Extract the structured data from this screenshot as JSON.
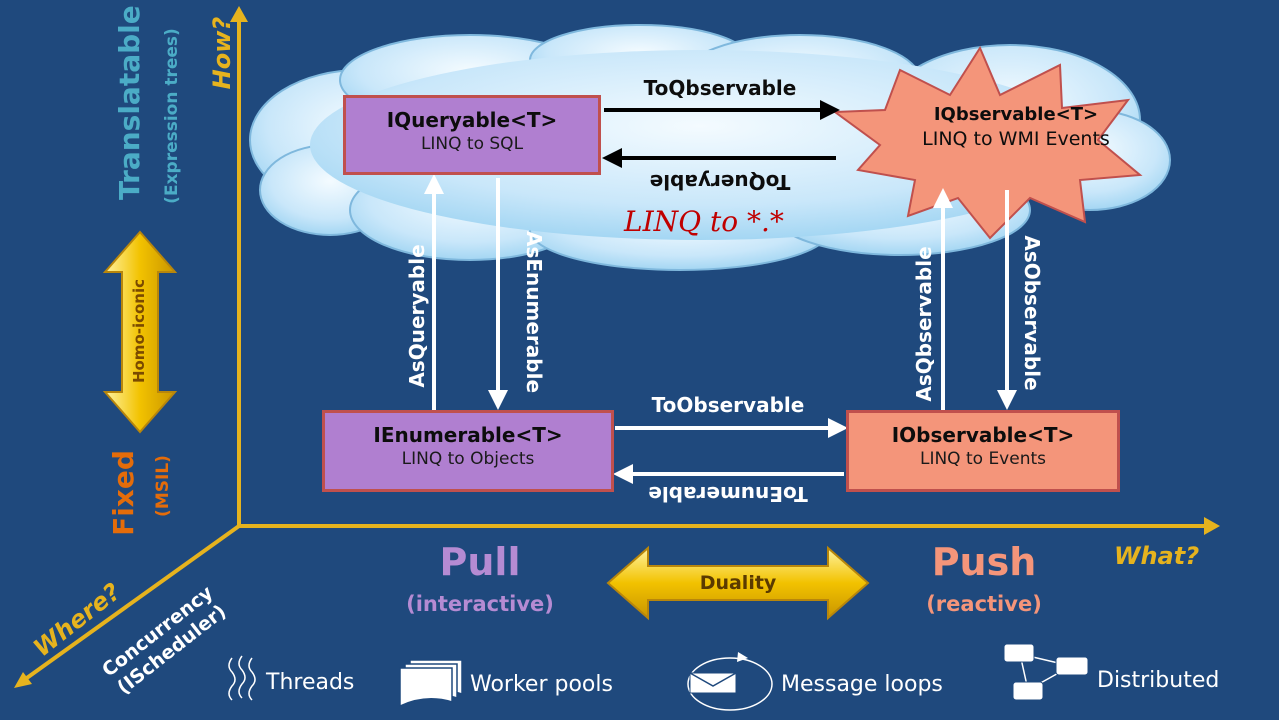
{
  "axes": {
    "how": "How?",
    "what": "What?",
    "where": "Where?"
  },
  "vertical_scale": {
    "top_label": "Translatable",
    "top_sub": "(Expression trees)",
    "bottom_label": "Fixed",
    "bottom_sub": "(MSIL)",
    "arrow_label": "Homo-iconic"
  },
  "horizontal_scale": {
    "left_label": "Pull",
    "left_sub": "(interactive)",
    "right_label": "Push",
    "right_sub": "(reactive)",
    "arrow_label": "Duality"
  },
  "diagonal_axis": {
    "label_line1": "Concurrency",
    "label_line2": "(IScheduler)"
  },
  "cloud": {
    "label": "LINQ to *.*"
  },
  "nodes": {
    "iqueryable": {
      "title": "IQueryable<T>",
      "subtitle": "LINQ to SQL"
    },
    "iqbservable": {
      "title": "IQbservable<T>",
      "subtitle": "LINQ to WMI Events"
    },
    "ienumerable": {
      "title": "IEnumerable<T>",
      "subtitle": "LINQ to Objects"
    },
    "iobservable": {
      "title": "IObservable<T>",
      "subtitle": "LINQ to Events"
    }
  },
  "edges": {
    "to_qbservable": "ToQbservable",
    "to_queryable": "ToQueryable",
    "to_observable": "ToObservable",
    "to_enumerable": "ToEnumerable",
    "as_queryable": "AsQueryable",
    "as_enumerable": "AsEnumerable",
    "as_qbservable": "AsQbservable",
    "as_observable": "AsObservable"
  },
  "legend": [
    {
      "icon": "threads-icon",
      "label": "Threads"
    },
    {
      "icon": "worker-pools-icon",
      "label": "Worker pools"
    },
    {
      "icon": "message-loops-icon",
      "label": "Message loops"
    },
    {
      "icon": "distributed-icon",
      "label": "Distributed"
    }
  ],
  "colors": {
    "background": "#1f497d",
    "axis": "#e6b31e",
    "teal": "#4bacc6",
    "orange": "#e46c0a",
    "purple_box": "#b07fd0",
    "salmon_box": "#f4957a",
    "pull_text": "#b58bd3",
    "push_text": "#f4957a",
    "cloud_label": "#c00000"
  }
}
